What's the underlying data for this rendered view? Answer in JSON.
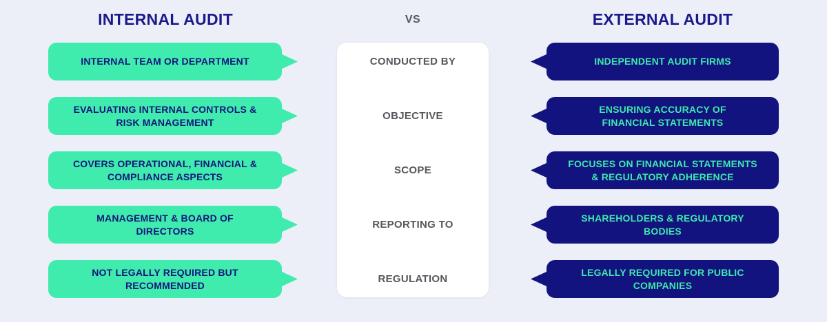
{
  "header": {
    "left_title": "INTERNAL AUDIT",
    "vs_label": "VS",
    "right_title": "EXTERNAL AUDIT"
  },
  "colors": {
    "background": "#eceef8",
    "internal_bubble": "#3febad",
    "internal_text": "#15157d",
    "external_bubble": "#13137f",
    "external_text": "#3ce9ae",
    "title_navy": "#1a1a8c",
    "category_gray": "#55575c",
    "card_bg": "#ffffff"
  },
  "rows": [
    {
      "category": "CONDUCTED BY",
      "internal": "INTERNAL TEAM OR DEPARTMENT",
      "external": "INDEPENDENT AUDIT FIRMS"
    },
    {
      "category": "OBJECTIVE",
      "internal": "EVALUATING INTERNAL CONTROLS &\nRISK MANAGEMENT",
      "external": "ENSURING ACCURACY OF\nFINANCIAL STATEMENTS"
    },
    {
      "category": "SCOPE",
      "internal": "COVERS OPERATIONAL, FINANCIAL &\nCOMPLIANCE ASPECTS",
      "external": "FOCUSES ON FINANCIAL STATEMENTS\n& REGULATORY ADHERENCE"
    },
    {
      "category": "REPORTING TO",
      "internal": "MANAGEMENT & BOARD OF\nDIRECTORS",
      "external": "SHAREHOLDERS & REGULATORY\nBODIES"
    },
    {
      "category": "REGULATION",
      "internal": "NOT LEGALLY REQUIRED BUT\nRECOMMENDED",
      "external": "LEGALLY REQUIRED FOR PUBLIC\nCOMPANIES"
    }
  ]
}
